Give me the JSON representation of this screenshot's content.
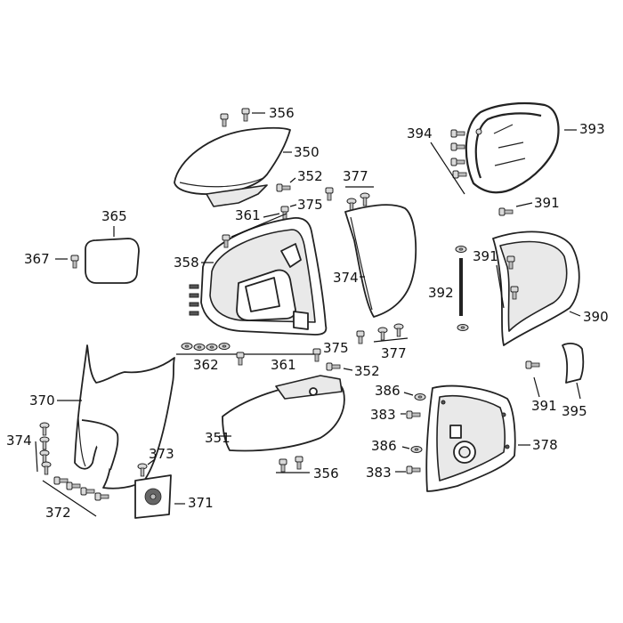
{
  "callouts": {
    "c350": "350",
    "c351": "351",
    "c352a": "352",
    "c352b": "352",
    "c356a": "356",
    "c356b": "356",
    "c358": "358",
    "c361a": "361",
    "c361b": "361",
    "c362": "362",
    "c365": "365",
    "c367": "367",
    "c370": "370",
    "c371": "371",
    "c372": "372",
    "c373": "373",
    "c374a": "374",
    "c374b": "374",
    "c375a": "375",
    "c375b": "375",
    "c377a": "377",
    "c377b": "377",
    "c378": "378",
    "c383a": "383",
    "c383b": "383",
    "c386a": "386",
    "c386b": "386",
    "c390": "390",
    "c391a": "391",
    "c391b": "391",
    "c391c": "391",
    "c392": "392",
    "c393": "393",
    "c394": "394",
    "c395": "395"
  }
}
